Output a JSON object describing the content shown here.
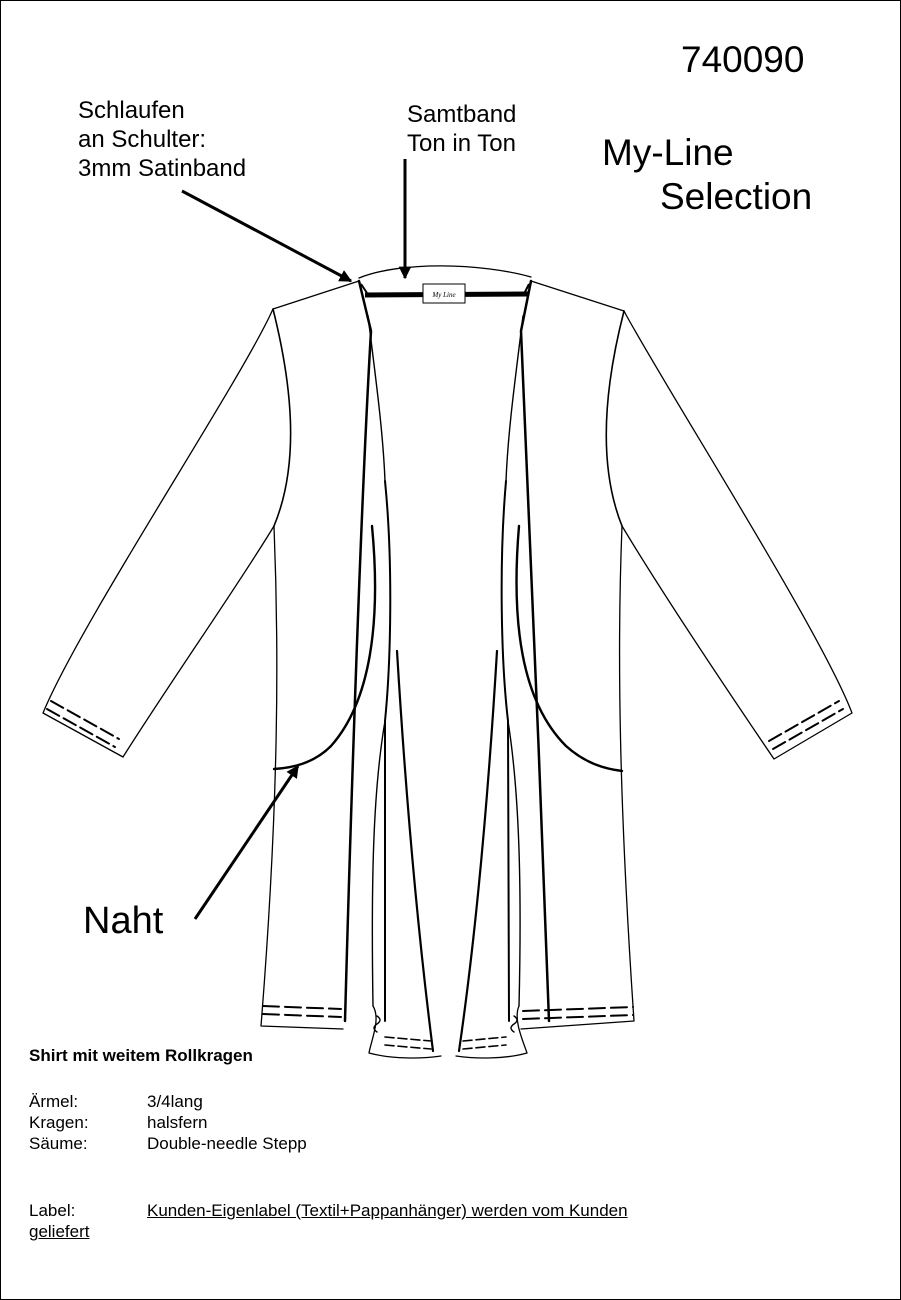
{
  "header": {
    "style_number": "740090",
    "brand_line1": "My-Line",
    "brand_line2": "Selection"
  },
  "annotations": {
    "loops": [
      "Schlaufen",
      "an Schulter:",
      "3mm Satinband"
    ],
    "velvet": [
      "Samtband",
      "Ton in Ton"
    ],
    "seam": "Naht"
  },
  "sketch": {
    "neck_label_text": "My Line"
  },
  "description": {
    "title": "Shirt mit weitem Rollkragen",
    "specs": [
      {
        "label": "Ärmel:",
        "value": "3/4lang"
      },
      {
        "label": "Kragen:",
        "value": "halsfern"
      },
      {
        "label": "Säume:",
        "value": "Double-needle Stepp"
      }
    ],
    "label_row": {
      "label": "Label:",
      "value": "Kunden-Eigenlabel (Textil+Pappanhänger) werden vom Kunden",
      "continuation": "geliefert"
    }
  }
}
